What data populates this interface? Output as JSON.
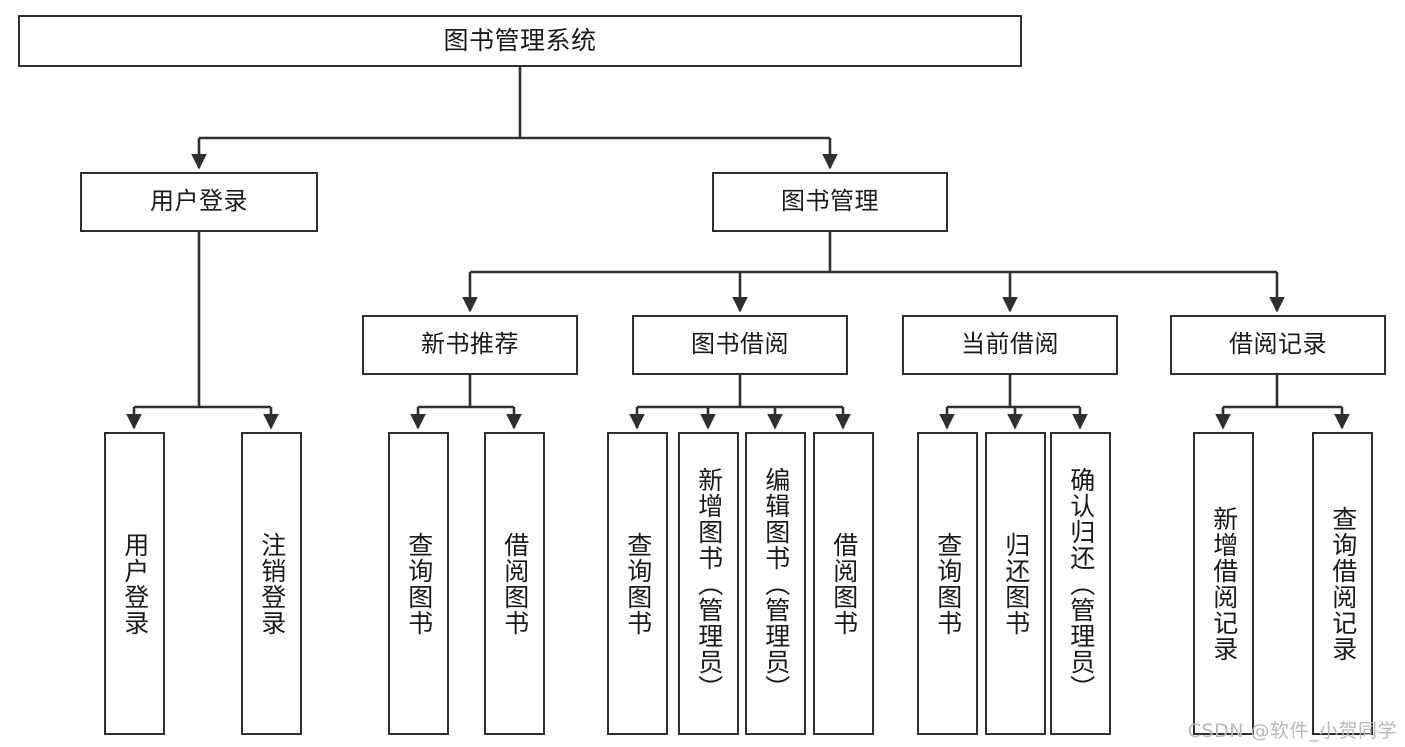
{
  "diagram": {
    "title": "图书管理系统",
    "type": "tree-hierarchy",
    "watermark": "CSDN @软件_小贺同学",
    "colors": {
      "stroke": "#2f2f2f",
      "fill": "#ffffff",
      "text": "#1a1a1a",
      "watermark": "#b9b9b9"
    }
  },
  "nodes": {
    "root": {
      "label": "图书管理系统"
    },
    "level2": [
      {
        "id": "user-login",
        "label": "用户登录"
      },
      {
        "id": "book-manage",
        "label": "图书管理"
      }
    ],
    "level3": [
      {
        "id": "new-book-recommend",
        "label": "新书推荐"
      },
      {
        "id": "book-borrow",
        "label": "图书借阅"
      },
      {
        "id": "current-borrow",
        "label": "当前借阅"
      },
      {
        "id": "borrow-record",
        "label": "借阅记录"
      }
    ],
    "leaves": [
      {
        "id": "leaf-user-login",
        "label": "用户登录"
      },
      {
        "id": "leaf-logout-login",
        "label": "注销登录"
      },
      {
        "id": "leaf-query-book-1",
        "label": "查询图书"
      },
      {
        "id": "leaf-borrow-book-1",
        "label": "借阅图书"
      },
      {
        "id": "leaf-query-book-2",
        "label": "查询图书"
      },
      {
        "id": "leaf-add-book",
        "label": "新增图书（管理员）"
      },
      {
        "id": "leaf-edit-book",
        "label": "编辑图书（管理员）"
      },
      {
        "id": "leaf-borrow-book-2",
        "label": "借阅图书"
      },
      {
        "id": "leaf-query-book-3",
        "label": "查询图书"
      },
      {
        "id": "leaf-return-book",
        "label": "归还图书"
      },
      {
        "id": "leaf-confirm-return",
        "label": "确认归还（管理员）"
      },
      {
        "id": "leaf-add-record",
        "label": "新增借阅记录"
      },
      {
        "id": "leaf-query-record",
        "label": "查询借阅记录"
      }
    ]
  }
}
